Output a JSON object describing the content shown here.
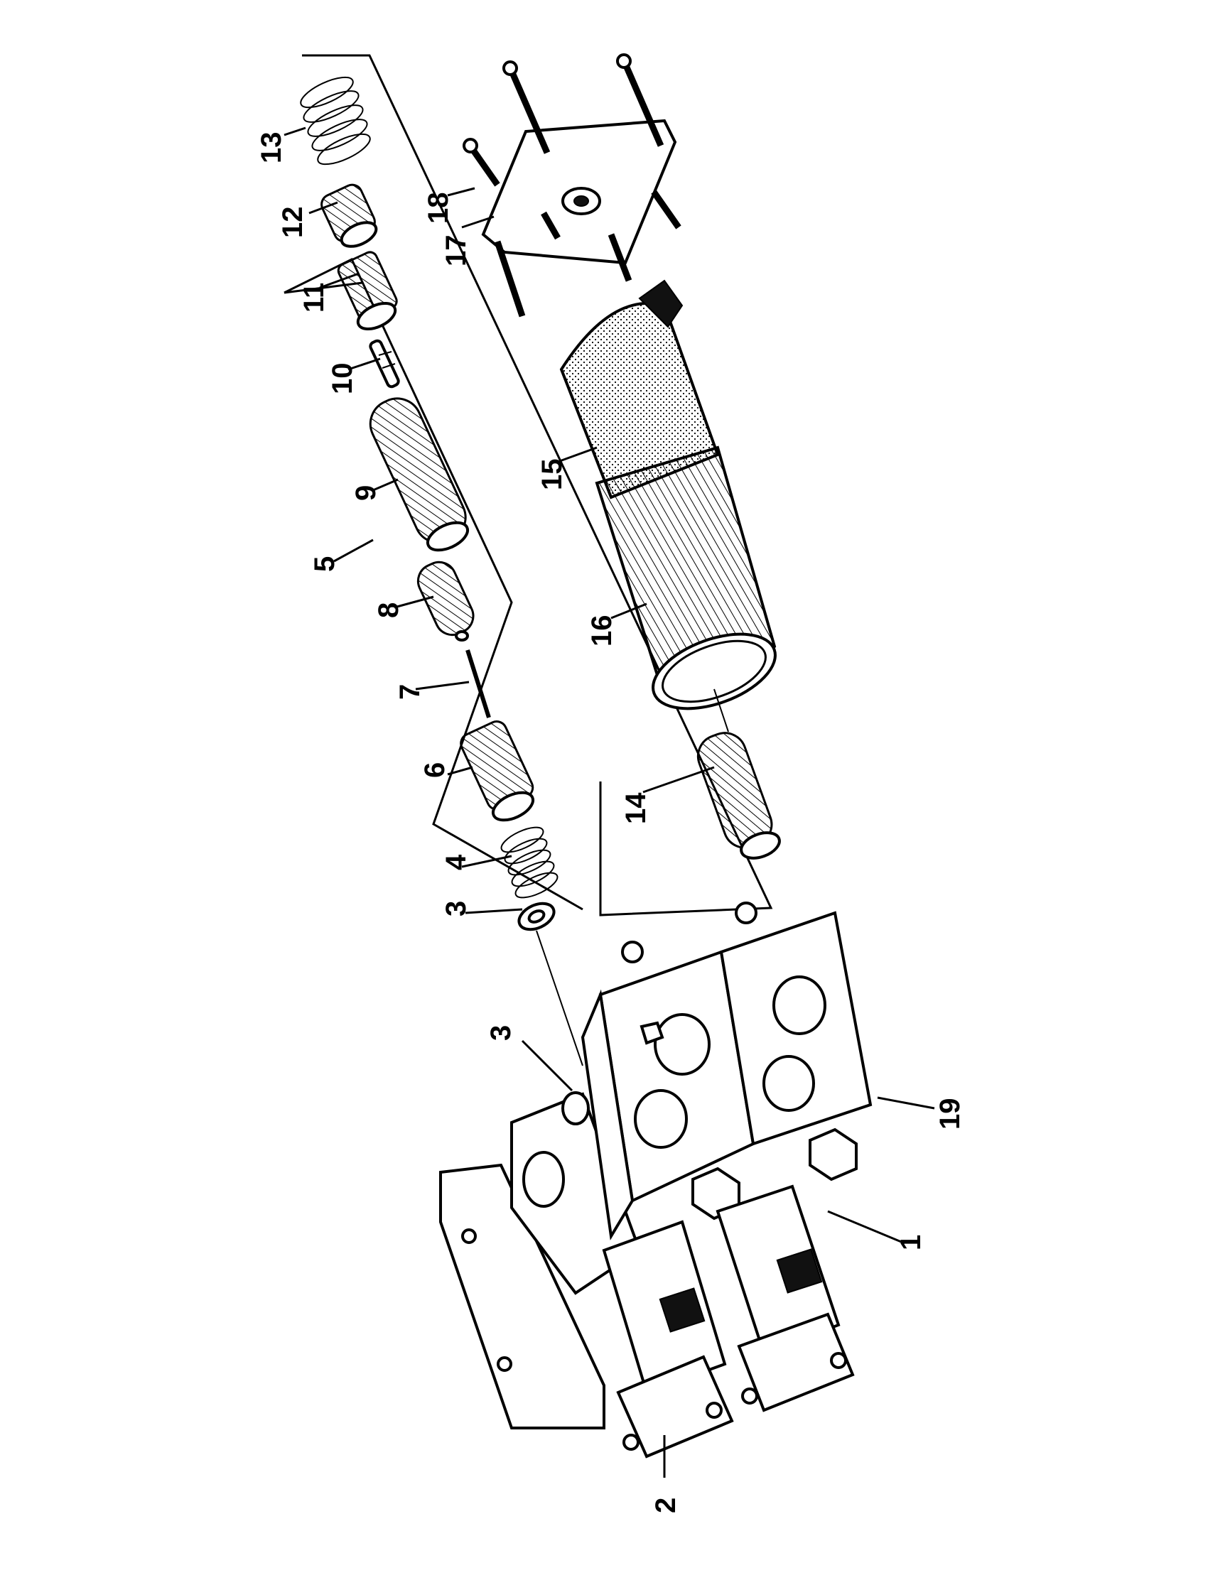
{
  "callouts": [
    "1",
    "2",
    "3",
    "3",
    "4",
    "5",
    "6",
    "7",
    "8",
    "9",
    "10",
    "11",
    "12",
    "13",
    "14",
    "15",
    "16",
    "17",
    "18",
    "19"
  ],
  "colors": {
    "ink": "#000000",
    "paper": "#ffffff"
  }
}
